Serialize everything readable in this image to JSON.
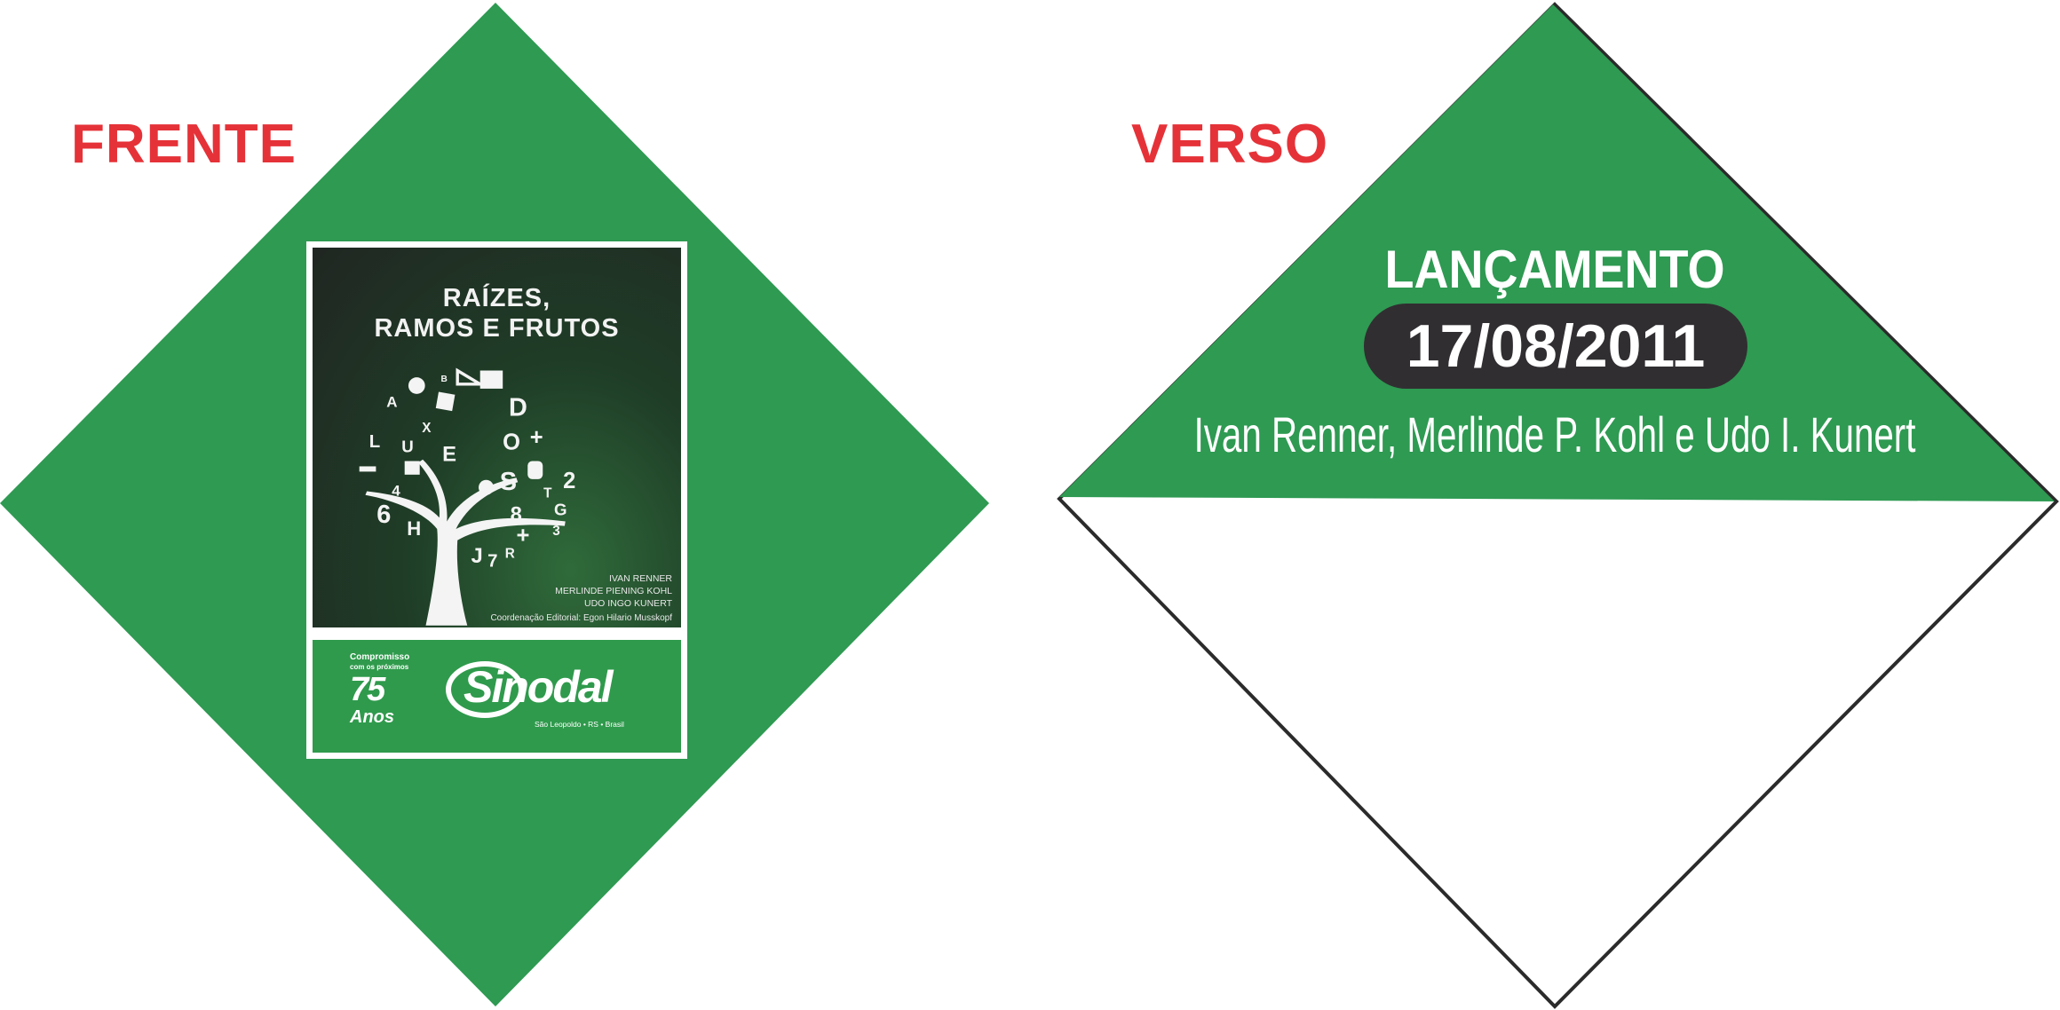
{
  "labels": {
    "front": "FRENTE",
    "back": "VERSO"
  },
  "colors": {
    "green": "#2e9a52",
    "label_red": "#e53238",
    "pill": "#312e31",
    "outline": "#2b2b2b"
  },
  "cover": {
    "title_line1": "RAÍZES,",
    "title_line2": "RAMOS E FRUTOS",
    "authors": [
      "IVAN RENNER",
      "MERLINDE PIENING KOHL",
      "UDO INGO KUNERT"
    ],
    "coordination": "Coordenação Editorial: Egon Hilario Musskopf",
    "badge_line1": "Compromisso",
    "badge_line2": "com os próximos",
    "badge_number": "75",
    "badge_word": "Anos",
    "publisher": "Sinodal",
    "publisher_location": "São Leopoldo • RS • Brasil"
  },
  "back": {
    "heading": "LANÇAMENTO",
    "date": "17/08/2011",
    "authors": "Ivan Renner, Merlinde P. Kohl e Udo I. Kunert"
  }
}
